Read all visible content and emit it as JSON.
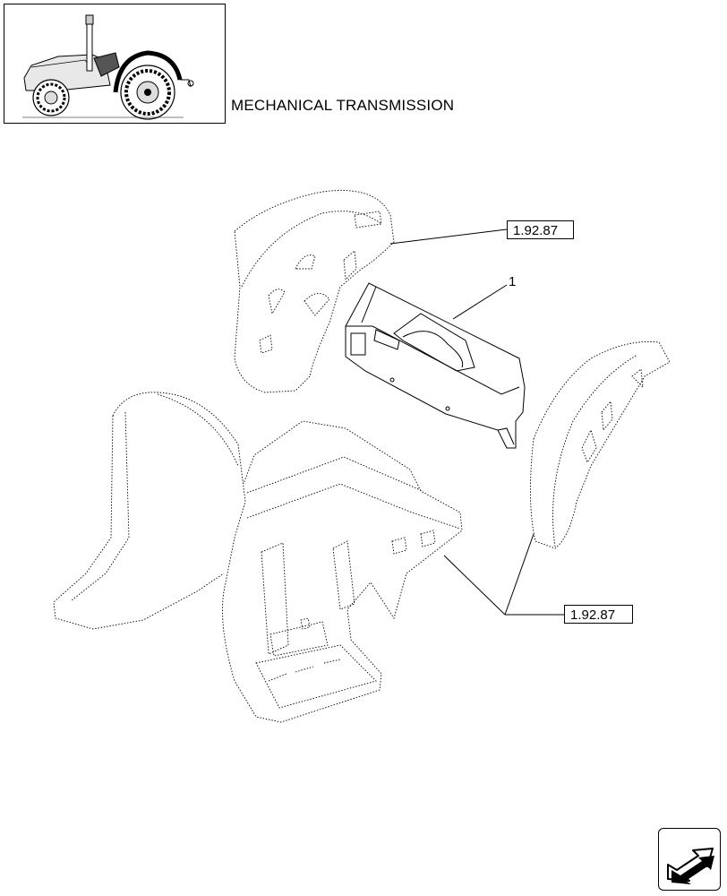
{
  "header": {
    "title": "MECHANICAL TRANSMISSION"
  },
  "references": [
    {
      "label": "1.92.87"
    },
    {
      "label": "1.92.87"
    }
  ],
  "callouts": [
    {
      "label": "1"
    }
  ],
  "thumbnail": {
    "icon": "tractor-icon",
    "highlight_color": "#000000"
  },
  "navigation": {
    "icon": "next-page-arrow-icon"
  }
}
